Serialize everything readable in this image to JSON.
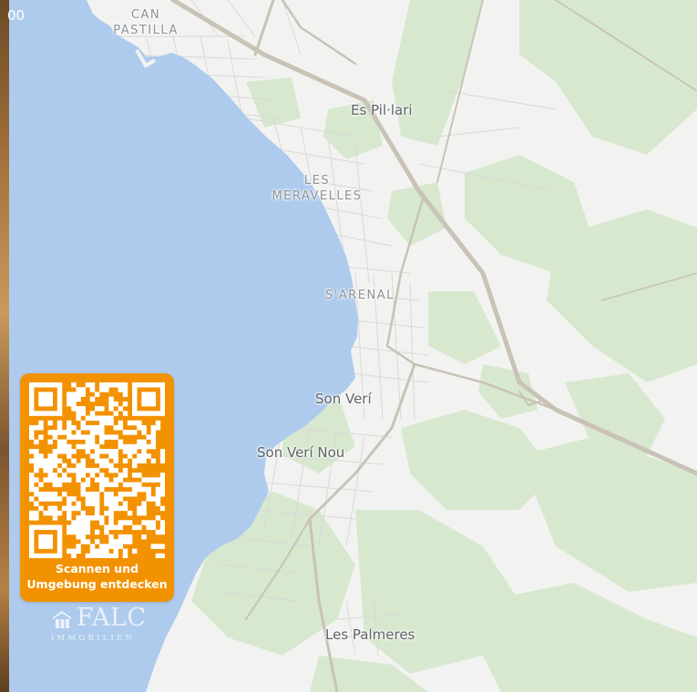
{
  "corner_text": "00",
  "map": {
    "colors": {
      "sea": "#aecbed",
      "land": "#f2f3f1",
      "green": "#d7e8cf",
      "road": "#c9c2b6",
      "street": "#d8d8d8"
    },
    "labels": {
      "can_pastilla": "CAN\nPASTILLA",
      "es_pil_lari": "Es Pil·lari",
      "les_meravelles": "LES\nMERAVELLES",
      "s_arenal": "S'ARENAL",
      "son_veri": "Son Verí",
      "son_veri_nou": "Son Verí Nou",
      "les_palmeres": "Les Palmeres"
    }
  },
  "qr_card": {
    "background": "#f39200",
    "caption_line1": "Scannen und",
    "caption_line2": "Umgebung entdecken",
    "icon": "qr-code-icon"
  },
  "brand": {
    "name": "FALC",
    "subtitle": "IMMOBILIEN",
    "icon": "house-roof-logo-icon"
  }
}
